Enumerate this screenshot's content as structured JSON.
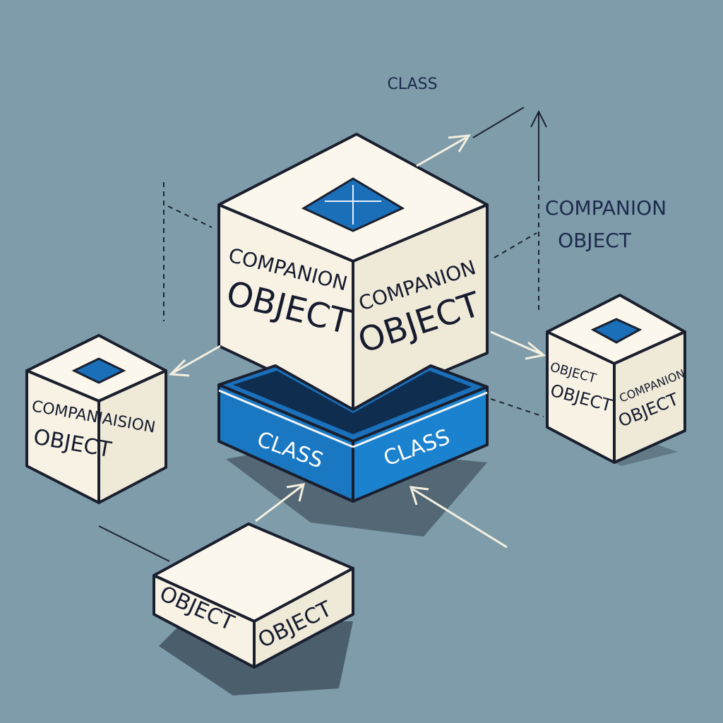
{
  "labels": {
    "top_class": "CLASS",
    "side_companion_line1": "COMPANION",
    "side_companion_line2": "OBJECT",
    "main_cube_left_line1": "COMPANION",
    "main_cube_left_line2": "OBJECT",
    "main_cube_right_line1": "COMPANION",
    "main_cube_right_line2": "OBJECT",
    "class_platform_left": "CLASS",
    "class_platform_right": "CLASS",
    "left_cube_line1": "COMPANIAISION",
    "left_cube_line2": "OBJECT",
    "right_cube_left_line1": "OBJECT",
    "right_cube_left_line2": "OBJECT",
    "right_cube_right_line1": "COMPANION",
    "right_cube_right_line2": "OBJECT",
    "bottom_box_left": "OBJECT",
    "bottom_box_right": "OBJECT"
  },
  "colors": {
    "background": "#7e9caa",
    "cube_face": "#f7f2e4",
    "accent_blue": "#1a78c2",
    "outline": "#1a1f2e"
  },
  "icons": [
    "diamond-icon"
  ]
}
